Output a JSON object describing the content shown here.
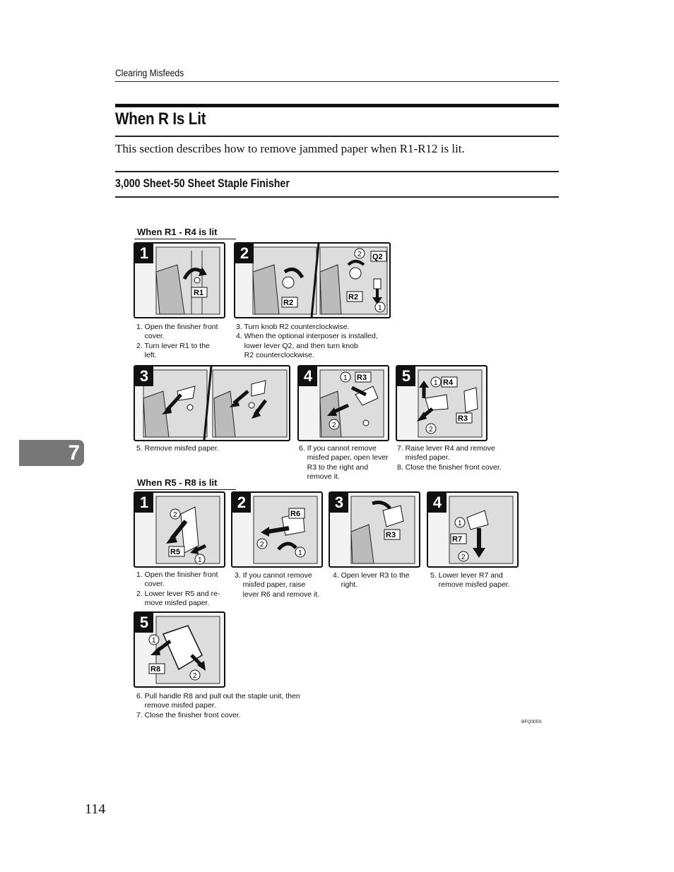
{
  "header": {
    "running_head": "Clearing Misfeeds"
  },
  "section": {
    "title": "When R Is Lit",
    "intro": "This section describes how to remove jammed paper when R1-R12 is lit.",
    "subtitle": "3,000 Sheet-50 Sheet Staple Finisher"
  },
  "group1": {
    "label": "When R1 - R4 is lit",
    "steps": [
      {
        "num": "1",
        "labels": [
          "R1"
        ]
      },
      {
        "num": "2",
        "labels": [
          "R2",
          "Q2",
          "R2",
          "2",
          "1"
        ]
      },
      {
        "num": "3",
        "labels": []
      },
      {
        "num": "4",
        "labels": [
          "R3",
          "1",
          "2"
        ]
      },
      {
        "num": "5",
        "labels": [
          "R4",
          "R3",
          "1",
          "2"
        ]
      }
    ],
    "captions": [
      "1. Open the finisher front\n    cover.\n2. Turn lever R1 to the\n    left.",
      "3. Turn knob R2 counterclockwise.\n4. When the optional interposer is installed,\n    lower lever Q2, and then turn knob\n    R2 counterclockwise.",
      "5. Remove misfed paper.",
      "6. If you cannot remove\n    misfed paper, open lever\n    R3 to the right and\n    remove it.",
      "7. Raise lever R4 and remove\n    misfed paper.\n8. Close the finisher front cover."
    ]
  },
  "group2": {
    "label": "When R5 - R8 is lit",
    "steps": [
      {
        "num": "1",
        "labels": [
          "R5",
          "2",
          "1"
        ]
      },
      {
        "num": "2",
        "labels": [
          "R6",
          "2",
          "1"
        ]
      },
      {
        "num": "3",
        "labels": [
          "R3"
        ]
      },
      {
        "num": "4",
        "labels": [
          "R7",
          "1",
          "2"
        ]
      },
      {
        "num": "5",
        "labels": [
          "R8",
          "1",
          "2"
        ]
      }
    ],
    "captions": [
      "1. Open the finisher front\n    cover.\n2. Lower lever R5 and re-\n    move misfed paper.",
      "3. If you cannot remove\n    misfed paper, raise\n    lever R6 and remove it.",
      "4. Open lever R3 to the\n    right.",
      "5. Lower lever R7 and\n    remove misfed paper.",
      "6. Pull handle R8 and pull out the staple unit, then\n    remove misfed paper.\n7. Close the finisher front cover."
    ]
  },
  "figure_code": "BFQ005S",
  "chapter_tab": "7",
  "page_number": "114"
}
